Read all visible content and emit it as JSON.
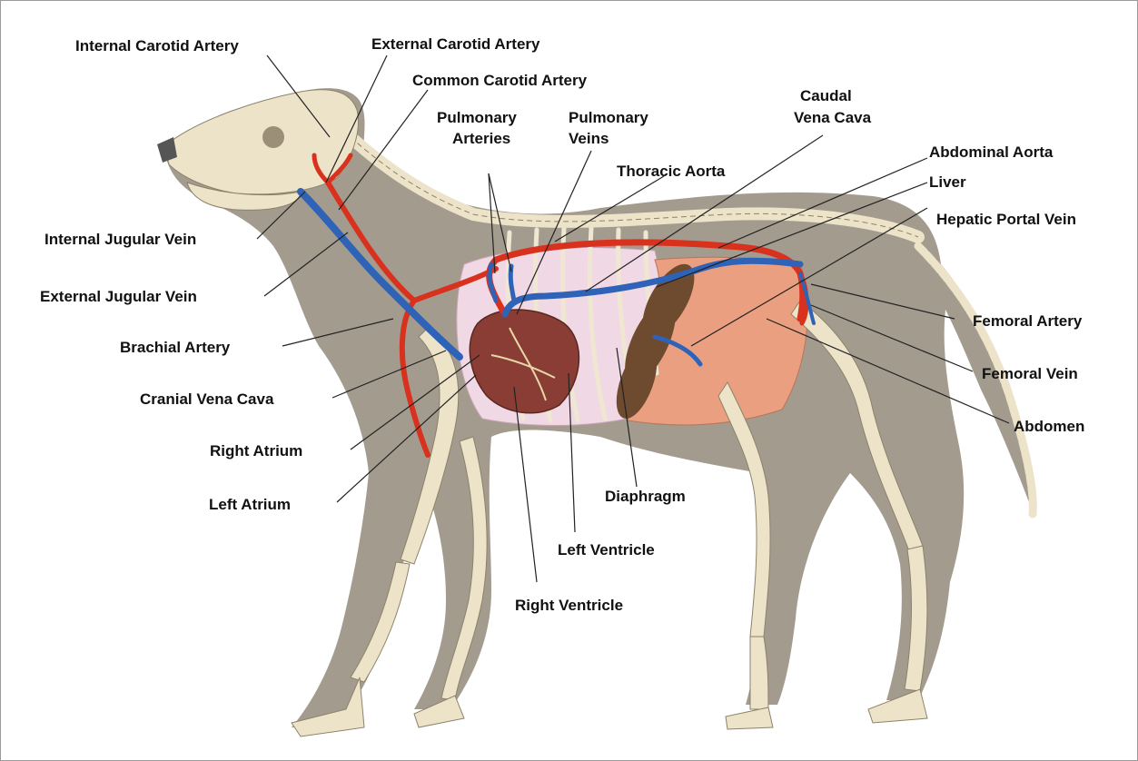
{
  "colors": {
    "body": "#86796a",
    "bone": "#ece3c9",
    "artery": "#d8321f",
    "vein": "#2e63b8",
    "heart": "#8a3d35",
    "liver": "#6e4a2e",
    "abdomen": "#eaa080",
    "thorax": "#f0d8e4"
  },
  "labels": {
    "internal_carotid_artery": "Internal Carotid Artery",
    "external_carotid_artery": "External Carotid Artery",
    "common_carotid_artery": "Common Carotid Artery",
    "pulmonary_arteries_1": "Pulmonary",
    "pulmonary_arteries_2": "Arteries",
    "pulmonary_veins_1": "Pulmonary",
    "pulmonary_veins_2": "Veins",
    "caudal_vena_cava_1": "Caudal",
    "caudal_vena_cava_2": "Vena Cava",
    "thoracic_aorta": "Thoracic Aorta",
    "abdominal_aorta": "Abdominal Aorta",
    "liver": "Liver",
    "hepatic_portal_vein": "Hepatic Portal Vein",
    "internal_jugular_vein": "Internal Jugular Vein",
    "external_jugular_vein": "External Jugular Vein",
    "brachial_artery": "Brachial Artery",
    "cranial_vena_cava": "Cranial Vena Cava",
    "right_atrium": "Right Atrium",
    "left_atrium": "Left Atrium",
    "femoral_artery": "Femoral Artery",
    "femoral_vein": "Femoral Vein",
    "abdomen": "Abdomen",
    "diaphragm": "Diaphragm",
    "left_ventricle": "Left Ventricle",
    "right_ventricle": "Right Ventricle"
  }
}
